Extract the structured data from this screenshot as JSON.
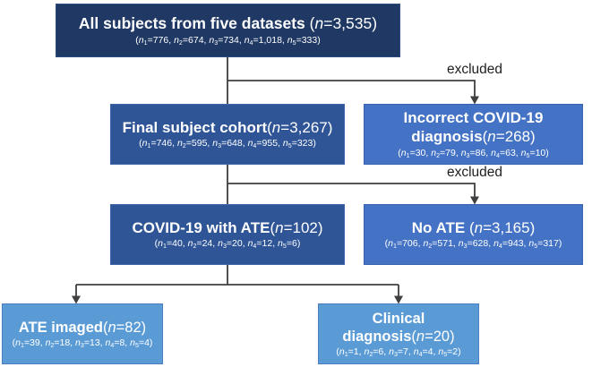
{
  "flowchart": {
    "excluded_label": "excluded",
    "colors": {
      "tier1_navy": "#1F3864",
      "tier2_medium_blue": "#2F5597",
      "tier2_excluded_blue": "#4472C4",
      "tier4_light_blue": "#5B9BD5",
      "connector_line": "#3F3F3F",
      "box_text": "#FFFFFF",
      "excluded_text": "#1F1F1F"
    },
    "boxes": {
      "all_subjects": {
        "label": "All subjects from five datasets ",
        "total": "3,535",
        "counts": [
          "776",
          "674",
          "734",
          "1,018",
          "333"
        ]
      },
      "final_cohort": {
        "label": "Final subject cohort",
        "total": "3,267",
        "counts": [
          "746",
          "595",
          "648",
          "955",
          "323"
        ]
      },
      "incorrect_diagnosis": {
        "label": "Incorrect COVID-19 diagnosis",
        "total": "268",
        "counts": [
          "30",
          "79",
          "86",
          "63",
          "10"
        ]
      },
      "covid_with_ate": {
        "label": "COVID-19 with ATE",
        "total": "102",
        "counts": [
          "40",
          "24",
          "20",
          "12",
          "6"
        ]
      },
      "no_ate": {
        "label": "No ATE ",
        "total": "3,165",
        "counts": [
          "706",
          "571",
          "628",
          "943",
          "317"
        ]
      },
      "ate_imaged": {
        "label": "ATE imaged",
        "total": "82",
        "counts": [
          "39",
          "18",
          "13",
          "8",
          "4"
        ]
      },
      "clinical_diagnosis": {
        "label": "Clinical diagnosis",
        "total": "20",
        "counts": [
          "1",
          "6",
          "7",
          "4",
          "2"
        ]
      }
    }
  }
}
